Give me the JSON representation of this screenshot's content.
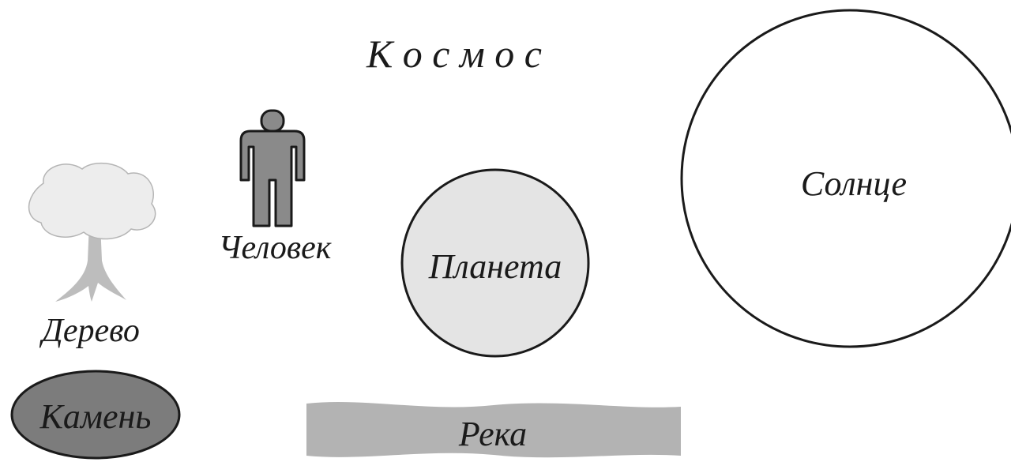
{
  "title": "К о с м о с",
  "labels": {
    "tree": "Дерево",
    "human": "Человек",
    "planet": "Планета",
    "sun": "Солнце",
    "stone": "Камень",
    "river": "Река"
  },
  "colors": {
    "tree_crown": "#ededed",
    "tree_trunk": "#bdbdbd",
    "human_fill": "#8a8a8a",
    "planet_fill": "#e4e4e4",
    "sun_fill": "#ffffff",
    "stone_fill": "#7c7c7c",
    "river_fill": "#b3b3b3",
    "stroke": "#1a1a1a"
  }
}
